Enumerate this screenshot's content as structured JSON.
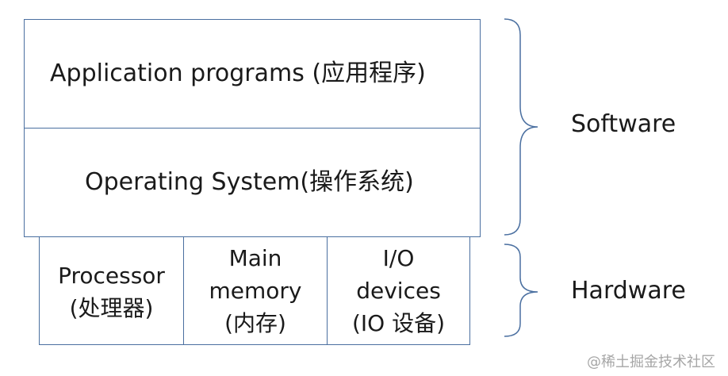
{
  "layers": {
    "application": "Application programs (应用程序)",
    "operating_system": "Operating System(操作系统)"
  },
  "hardware": [
    {
      "lines": [
        "Processor",
        "(处理器)"
      ]
    },
    {
      "lines": [
        "Main",
        "memory",
        "(内存)"
      ]
    },
    {
      "lines": [
        "I/O",
        "devices",
        "(IO 设备)"
      ]
    }
  ],
  "groups": {
    "software": "Software",
    "hardware": "Hardware"
  },
  "watermark": "@稀土掘金技术社区",
  "colors": {
    "border": "#4a6fa0",
    "brace": "#4a6fa0"
  }
}
